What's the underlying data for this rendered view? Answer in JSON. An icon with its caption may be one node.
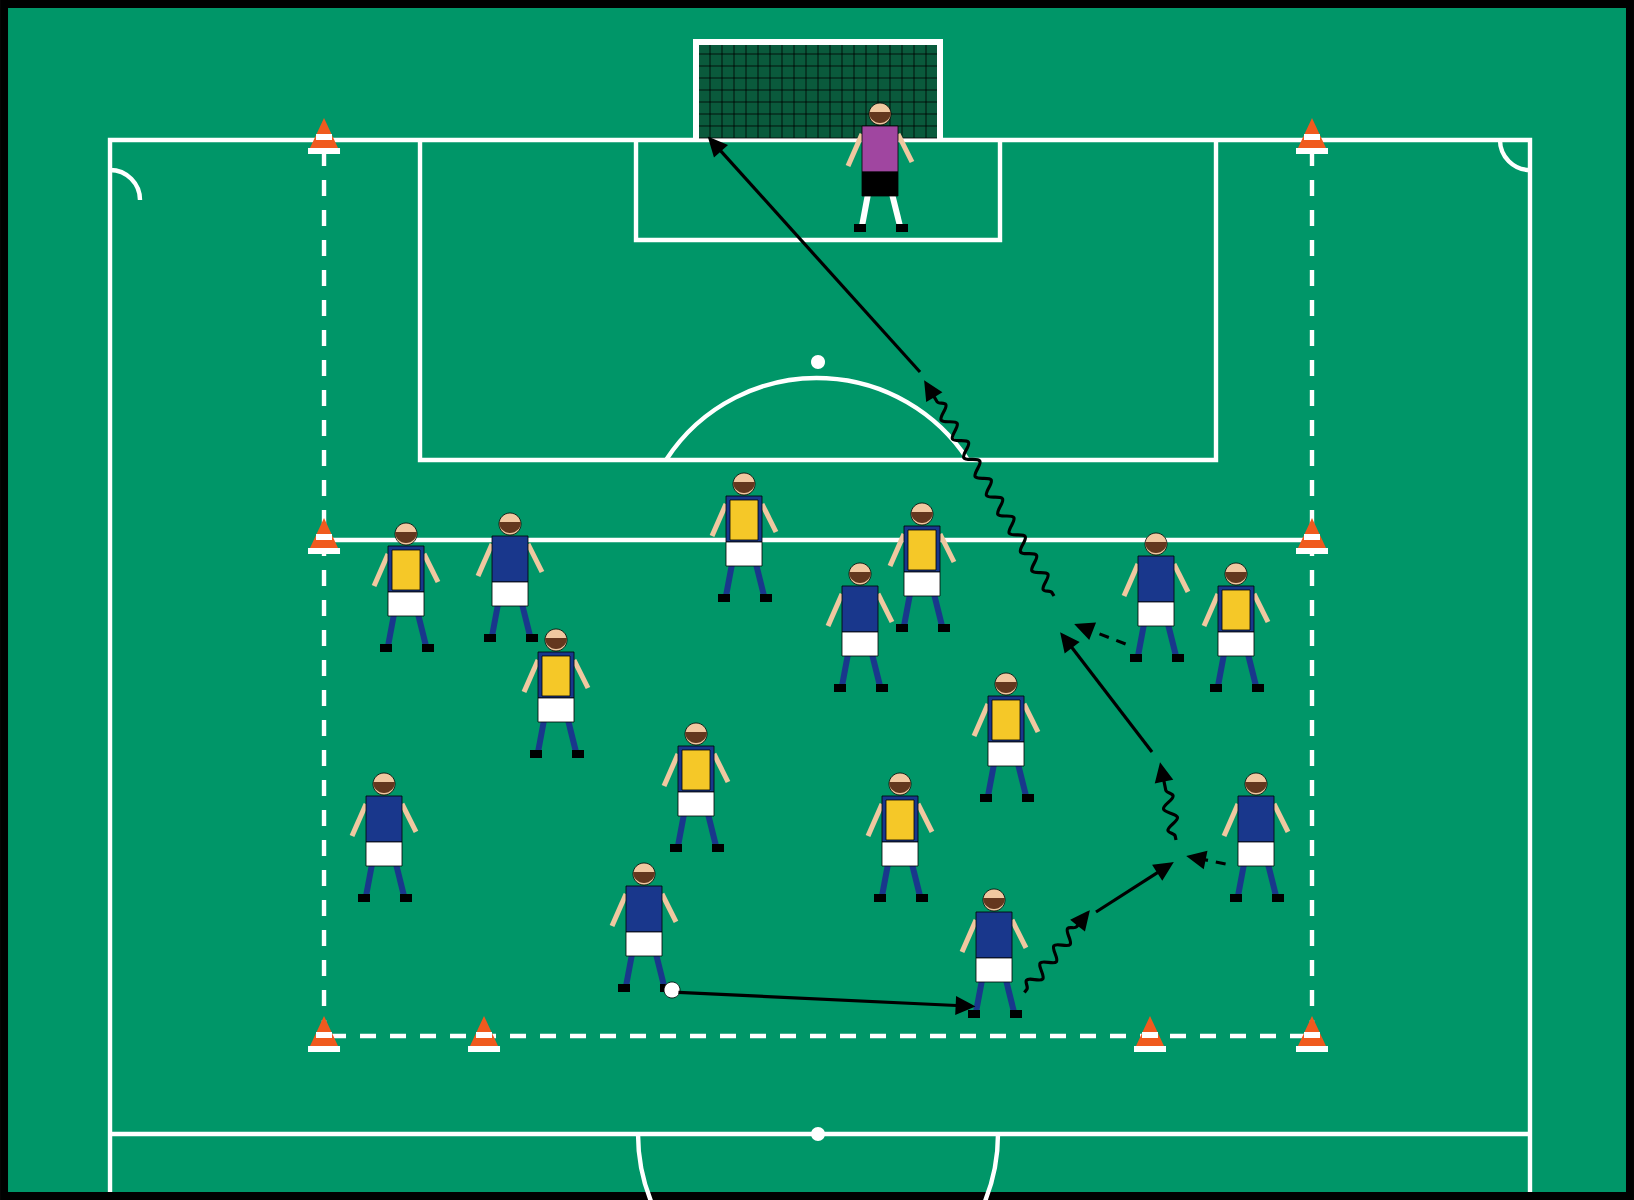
{
  "diagram": {
    "nodes": [
      {
        "text": [],
        "shape": "picture"
      },
      {
        "text": [],
        "shape": "person"
      },
      {
        "text": [],
        "shape": "person"
      },
      {
        "text": [],
        "shape": "person"
      },
      {
        "text": [],
        "shape": "person"
      },
      {
        "text": [],
        "shape": "person"
      },
      {
        "text": [],
        "shape": "person"
      },
      {
        "text": [],
        "shape": "person"
      },
      {
        "text": [],
        "shape": "person"
      },
      {
        "text": [],
        "shape": "person"
      },
      {
        "text": [],
        "shape": "person"
      },
      {
        "text": [],
        "shape": "person"
      },
      {
        "text": [],
        "shape": "person"
      },
      {
        "text": [],
        "shape": "person"
      },
      {
        "text": [],
        "shape": "person"
      },
      {
        "text": [],
        "shape": "person"
      },
      {
        "text": [],
        "shape": "person"
      }
    ],
    "edges": [
      {
        "from": 15,
        "to": 16,
        "arrow": "to"
      },
      {
        "from": 16,
        "to": null,
        "arrow": "to"
      },
      {
        "from": 13,
        "to": null,
        "arrow": "to",
        "style": "dashed"
      },
      {
        "from": 6,
        "to": null,
        "arrow": "to",
        "style": "dashed"
      },
      {
        "from": null,
        "to": 0,
        "arrow": "to"
      }
    ]
  }
}
